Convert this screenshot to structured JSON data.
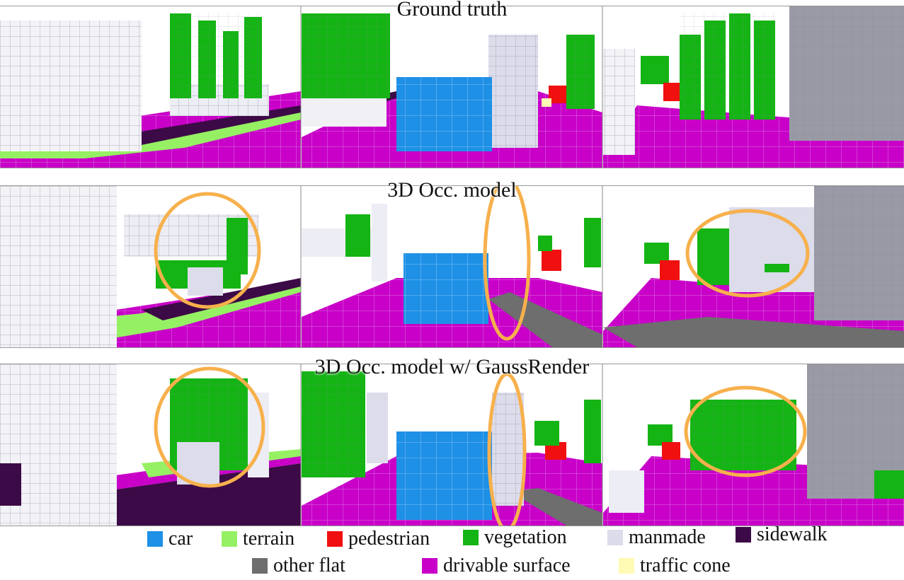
{
  "rows": [
    {
      "title": "Ground truth"
    },
    {
      "title": "3D Occ. model"
    },
    {
      "title": "3D Occ. model w/ GaussRender"
    }
  ],
  "legend": [
    {
      "label": "car",
      "color": "#1E90E6"
    },
    {
      "label": "terrain",
      "color": "#96F064"
    },
    {
      "label": "pedestrian",
      "color": "#F01010"
    },
    {
      "label": "vegetation",
      "color": "#14B414"
    },
    {
      "label": "manmade",
      "color": "#DCDCEB"
    },
    {
      "label": "sidewalk",
      "color": "#3C0A46"
    },
    {
      "label": "other flat",
      "color": "#6E6E6E"
    },
    {
      "label": "drivable surface",
      "color": "#C800C8"
    },
    {
      "label": "traffic cone",
      "color": "#FFFAB4"
    }
  ],
  "highlight_color": "#F7B04C"
}
